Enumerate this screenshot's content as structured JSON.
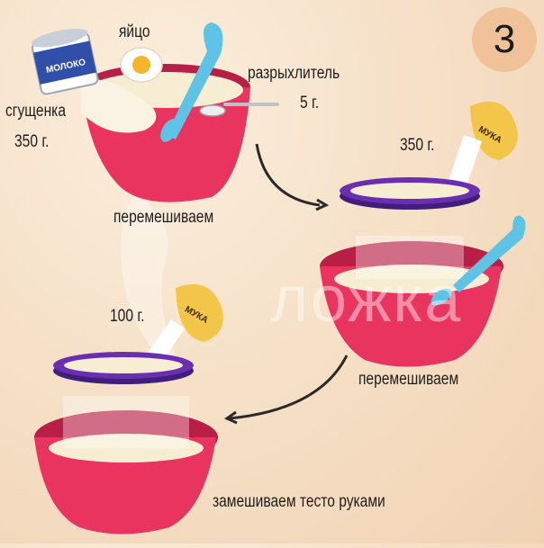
{
  "step": {
    "number": "3"
  },
  "labels": {
    "eggs": "яйцо",
    "condensed_milk": "сгущенка",
    "condensed_milk_amount": "350 г.",
    "baking_powder": "разрыхлитель",
    "baking_powder_amount": "5 г.",
    "flour_amount_1": "350 г.",
    "mix_1": "перемешиваем",
    "flour_amount_2": "100 г.",
    "mix_2": "перемешиваем",
    "knead": "замешиваем тесто руками"
  },
  "packaging": {
    "can_text": "МОЛОКО",
    "flour_bag_text": "МУКА"
  },
  "watermark": {
    "text": "ложка"
  },
  "colors": {
    "bowl": "#e8345f",
    "bowl_dark": "#b81f46",
    "sieve": "#6a2fb0",
    "spoon": "#5fc3e6",
    "flour_bag": "#f3c64a",
    "badge": "#f1c29a",
    "batter": "#f6edd2"
  }
}
